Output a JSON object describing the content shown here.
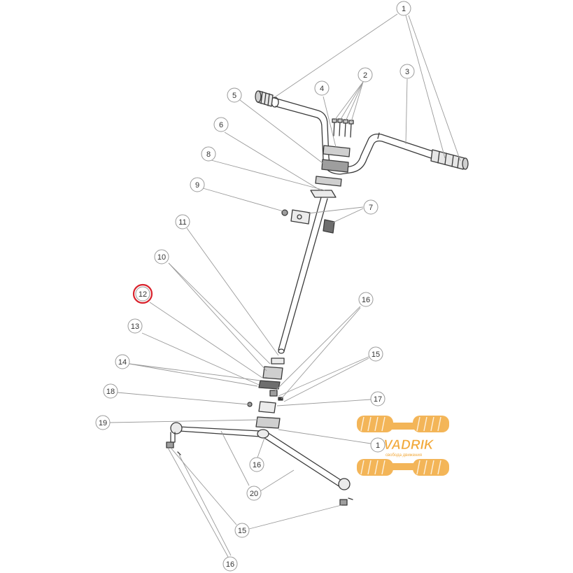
{
  "diagram": {
    "callouts": [
      {
        "id": "c1",
        "label": "1"
      },
      {
        "id": "c2",
        "label": "2"
      },
      {
        "id": "c3",
        "label": "3"
      },
      {
        "id": "c4",
        "label": "4"
      },
      {
        "id": "c5",
        "label": "5"
      },
      {
        "id": "c6",
        "label": "6"
      },
      {
        "id": "c7",
        "label": "7"
      },
      {
        "id": "c8",
        "label": "8"
      },
      {
        "id": "c9",
        "label": "9"
      },
      {
        "id": "c10",
        "label": "10"
      },
      {
        "id": "c11",
        "label": "11"
      },
      {
        "id": "c12",
        "label": "12",
        "highlighted": true
      },
      {
        "id": "c13",
        "label": "13"
      },
      {
        "id": "c14",
        "label": "14"
      },
      {
        "id": "c15a",
        "label": "15"
      },
      {
        "id": "c16a",
        "label": "16"
      },
      {
        "id": "c17",
        "label": "17"
      },
      {
        "id": "c18",
        "label": "18"
      },
      {
        "id": "c19",
        "label": "19"
      },
      {
        "id": "c1b",
        "label": "1"
      },
      {
        "id": "c16b",
        "label": "16"
      },
      {
        "id": "c20",
        "label": "20"
      },
      {
        "id": "c15b",
        "label": "15"
      },
      {
        "id": "c16c",
        "label": "16"
      }
    ],
    "highlight_color": "#d9232d",
    "line_color": "#9a9a9a",
    "part_color": "#3a3a3a"
  },
  "watermark": {
    "brand": "KVADRIK",
    "tagline": "свобода движения",
    "color": "#f2a93b"
  }
}
